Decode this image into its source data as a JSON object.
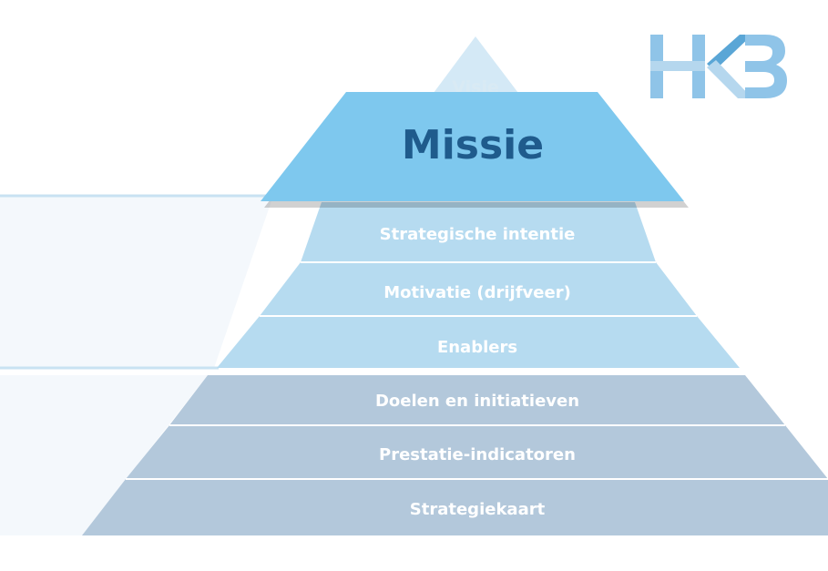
{
  "logo": {
    "text": "HKB",
    "colors": {
      "primary": "#8fc4e8",
      "secondary": "#b5d7ee",
      "accent": "#5aa6d6"
    }
  },
  "pyramid": {
    "top": {
      "label": "Visie",
      "fill": "#d4e9f6",
      "text_color": "#d9eaf4"
    },
    "highlight": {
      "label": "Missie",
      "fill": "#7ec8ee",
      "text_color": "#1f5b8c"
    },
    "middle_layers": [
      {
        "label": "Strategische intentie",
        "fill": "#b6dbf0"
      },
      {
        "label": "Motivatie (drijfveer)",
        "fill": "#b6dbf0"
      },
      {
        "label": "Enablers",
        "fill": "#b6dbf0"
      }
    ],
    "bottom_layers": [
      {
        "label": "Doelen en initiatieven",
        "fill": "#b3c8db"
      },
      {
        "label": "Prestatie-indicatoren",
        "fill": "#b3c8db"
      },
      {
        "label": "Strategiekaart",
        "fill": "#b3c8db"
      }
    ]
  },
  "colors": {
    "background": "#ffffff",
    "side_panel": "#f4f8fc",
    "side_line": "#c8e2f2",
    "divider": "#ffffff"
  }
}
